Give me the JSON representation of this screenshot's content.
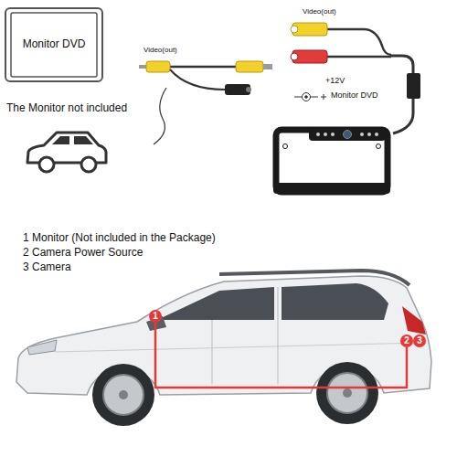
{
  "diagram": {
    "nodes": [
      {
        "text": [
          "Monitor DVD",
          "The Monitor not included"
        ]
      },
      {
        "text": [
          "1"
        ]
      },
      {
        "text": [
          "2"
        ]
      },
      {
        "text": [
          "3"
        ]
      }
    ],
    "edges": [
      {
        "from": 1,
        "to": 2,
        "arrow": "none"
      }
    ],
    "labels": [
      "Video(out)",
      "Video(out)",
      "+12V",
      "Monitor DVD",
      "1 Monitor (Not included in the Package)",
      "2 Camera Power Source",
      "3 Camera"
    ]
  }
}
